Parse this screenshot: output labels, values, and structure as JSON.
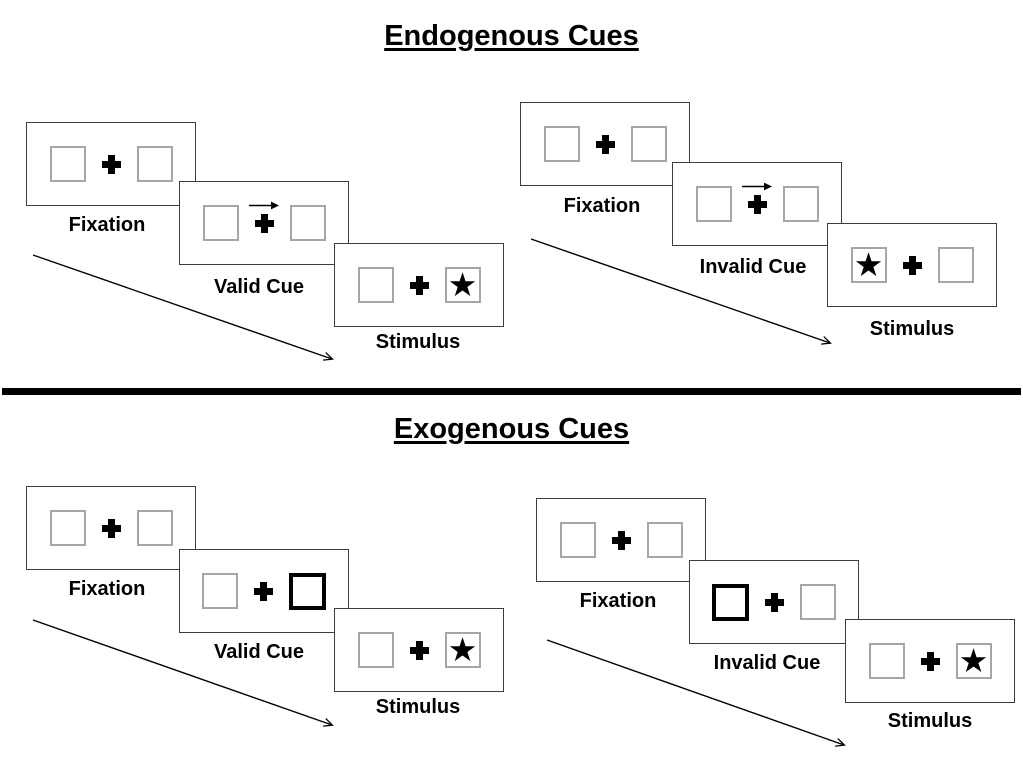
{
  "colors": {
    "background": "#ffffff",
    "ink": "#000000",
    "placeholder_box_border": "#a6a6a6",
    "panel_border": "#3d3d3d"
  },
  "glyphs": {
    "star": "★"
  },
  "sections": [
    {
      "title": "Endogenous Cues",
      "sequences": [
        {
          "name": "valid",
          "panels": [
            {
              "label": "Fixation",
              "left_box": "empty",
              "right_box": "empty",
              "cue_arrow": false
            },
            {
              "label": "Valid Cue",
              "left_box": "empty",
              "right_box": "empty",
              "cue_arrow": true
            },
            {
              "label": "Stimulus",
              "left_box": "empty",
              "right_box": "star",
              "cue_arrow": false
            }
          ]
        },
        {
          "name": "invalid",
          "panels": [
            {
              "label": "Fixation",
              "left_box": "empty",
              "right_box": "empty",
              "cue_arrow": false
            },
            {
              "label": "Invalid Cue",
              "left_box": "empty",
              "right_box": "empty",
              "cue_arrow": true
            },
            {
              "label": "Stimulus",
              "left_box": "star",
              "right_box": "empty",
              "cue_arrow": false
            }
          ]
        }
      ]
    },
    {
      "title": "Exogenous Cues",
      "sequences": [
        {
          "name": "valid",
          "panels": [
            {
              "label": "Fixation",
              "left_box": "empty",
              "right_box": "empty",
              "cue_arrow": false
            },
            {
              "label": "Valid Cue",
              "left_box": "empty",
              "right_box": "bold_outline",
              "cue_arrow": false
            },
            {
              "label": "Stimulus",
              "left_box": "empty",
              "right_box": "star",
              "cue_arrow": false
            }
          ]
        },
        {
          "name": "invalid",
          "panels": [
            {
              "label": "Fixation",
              "left_box": "bold_outline_none",
              "right_box": "empty",
              "cue_arrow": false
            },
            {
              "label": "Invalid Cue",
              "left_box": "bold_outline",
              "right_box": "empty",
              "cue_arrow": false
            },
            {
              "label": "Stimulus",
              "left_box": "empty",
              "right_box": "star",
              "cue_arrow": false
            }
          ]
        }
      ]
    }
  ]
}
